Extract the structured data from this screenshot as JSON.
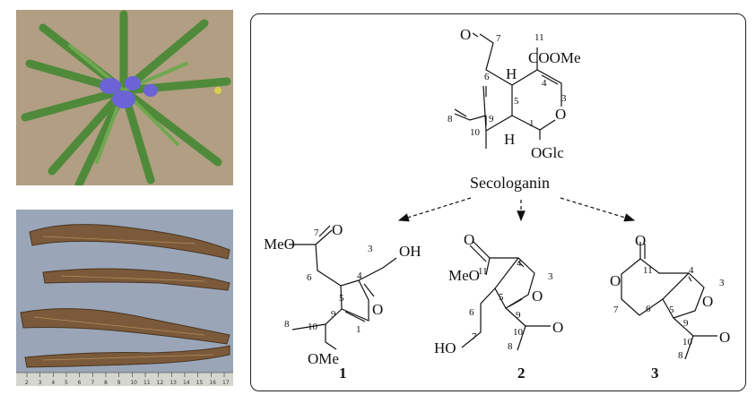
{
  "photos": {
    "plant": "flowering-plant-photo",
    "roots": "dried-roots-photo"
  },
  "ruler": [
    "2",
    "3",
    "4",
    "5",
    "6",
    "7",
    "8",
    "9",
    "10",
    "11",
    "12",
    "13",
    "14",
    "15",
    "16",
    "17"
  ],
  "secologanin": {
    "name": "Secologanin",
    "atoms": {
      "o_aldehyde": "O",
      "c11": "COOMe",
      "h5": "H",
      "h9": "H",
      "o_ring": "O",
      "oglc": "OGlc"
    },
    "numbers": {
      "n7": "7",
      "n11": "11",
      "n6": "6",
      "n5": "5",
      "n4": "4",
      "n3": "3",
      "n9": "9",
      "n1": "1",
      "n8": "8",
      "n10": "10"
    }
  },
  "compounds": [
    {
      "id": "1",
      "atoms": {
        "meo": "MeO",
        "o_carbonyl": "O",
        "oh": "OH",
        "o_ring": "O",
        "ome": "OMe"
      },
      "numbers": {
        "n7": "7",
        "n3": "3",
        "n6": "6",
        "n5": "5",
        "n4": "4",
        "n9": "9",
        "n1": "1",
        "n8": "8",
        "n10": "10"
      }
    },
    {
      "id": "2",
      "atoms": {
        "o_carbonyl": "O",
        "meo": "MeO",
        "o_ring": "O",
        "ho": "HO",
        "o_ketone": "O"
      },
      "numbers": {
        "n11": "11",
        "n4": "4",
        "n3": "3",
        "n5": "5",
        "n9": "9",
        "n6": "6",
        "n7": "7",
        "n10": "10",
        "n8": "8"
      }
    },
    {
      "id": "3",
      "atoms": {
        "o_carbonyl": "O",
        "o_lactone": "O",
        "o_ring": "O",
        "o_ketone": "O"
      },
      "numbers": {
        "n11": "11",
        "n4": "4",
        "n3": "3",
        "n7": "7",
        "n6": "6",
        "n5": "5",
        "n9": "9",
        "n10": "10",
        "n8": "8"
      }
    }
  ],
  "colors": {
    "flower": "#6b63d6",
    "leaf": "#4f8a3a",
    "soil": "#b6a488",
    "root": "#7a5a3a",
    "background_photo": "#9aa6b8"
  }
}
